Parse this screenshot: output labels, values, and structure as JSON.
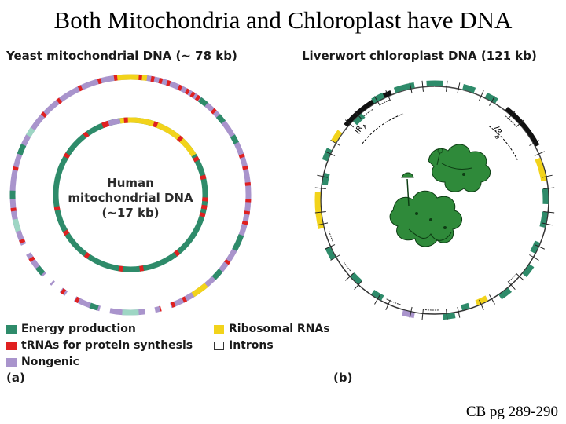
{
  "title": "Both Mitochondria and Chloroplast have DNA",
  "panel_a": {
    "heading": "Yeast mitochondrial DNA (~ 78 kb)",
    "inner_label": [
      "Human",
      "mitochondrial DNA",
      "(~17 kb)"
    ],
    "letter": "(a)"
  },
  "panel_b": {
    "heading": "Liverwort chloroplast DNA (121 kb)",
    "ir_a_label": "IR",
    "ir_a_sub": "A",
    "ir_b_label": "IR",
    "ir_b_sub": "B",
    "letter": "(b)"
  },
  "legend": [
    {
      "label": "Energy production",
      "color": "#2e8b6a"
    },
    {
      "label": "tRNAs for protein synthesis",
      "color": "#e02020"
    },
    {
      "label": "Nongenic",
      "color": "#a994cc"
    },
    {
      "label": "Ribosomal RNAs",
      "color": "#f2d31b"
    },
    {
      "label": "Introns",
      "color": "#ffffff"
    }
  ],
  "colors": {
    "energy": "#2e8b6a",
    "trna": "#e02020",
    "nongenic": "#a994cc",
    "rrna": "#f2d31b",
    "plant": "#2f8a3a"
  },
  "citation": "CB pg 289-290"
}
